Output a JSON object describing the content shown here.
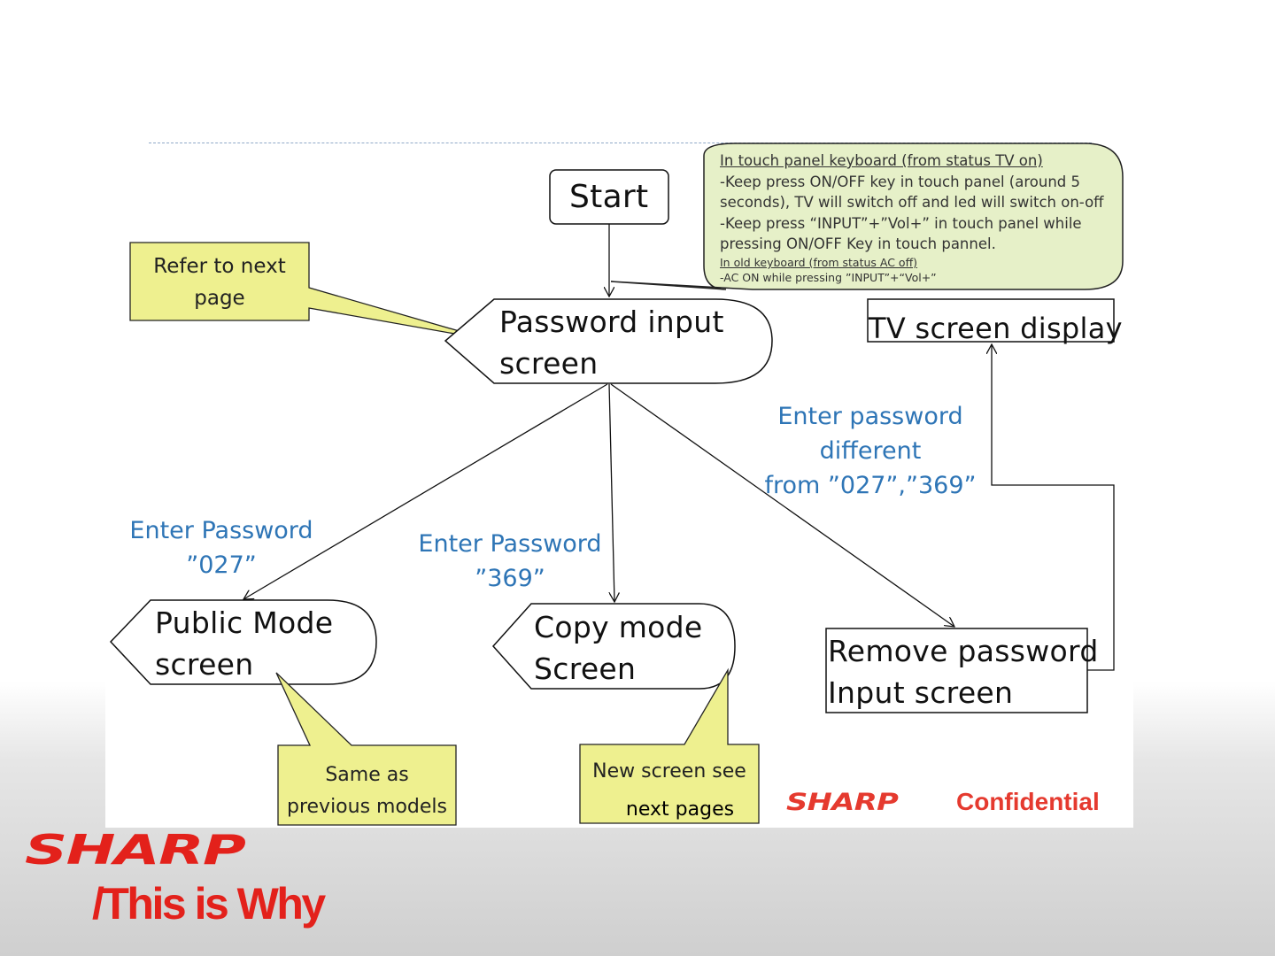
{
  "nodes": {
    "start": "Start",
    "password_input": [
      "Password input",
      "screen"
    ],
    "tv_screen": "TV screen display",
    "public_mode": [
      "Public Mode",
      "screen"
    ],
    "copy_mode": [
      "Copy mode",
      "Screen"
    ],
    "remove_password": [
      "Remove password",
      "Input screen"
    ]
  },
  "edge_labels": {
    "pw_027": [
      "Enter Password",
      "”027”"
    ],
    "pw_369": [
      "Enter Password",
      "”369”"
    ],
    "pw_other": [
      "Enter password",
      "different",
      "from ”027”,”369”"
    ]
  },
  "callouts": {
    "refer": [
      "Refer to next",
      "page"
    ],
    "same": [
      "Same as",
      "previous models"
    ],
    "new": [
      "New screen see",
      "next pages"
    ]
  },
  "bubble": {
    "line1": "In touch panel keyboard (from status TV on)",
    "line2": "-Keep press ON/OFF key in touch panel (around 5",
    "line3": "seconds), TV will switch off and led will switch on-off",
    "line4": "-Keep press “INPUT”+”Vol+” in touch panel while",
    "line5": "pressing ON/OFF Key in touch pannel.",
    "line6": "In old keyboard (from status AC off)",
    "line7": "-AC ON while pressing ”INPUT”+“Vol+”"
  },
  "branding": {
    "confidential_brand": "SHARP",
    "confidential": "Confidential",
    "logo": "SHARP",
    "tagline": "/This is Why"
  },
  "colors": {
    "callout_fill": "#eef08f",
    "bubble_fill": "#e6f0c8",
    "edge_label": "#2e75b6",
    "brand_red": "#e3211b"
  }
}
